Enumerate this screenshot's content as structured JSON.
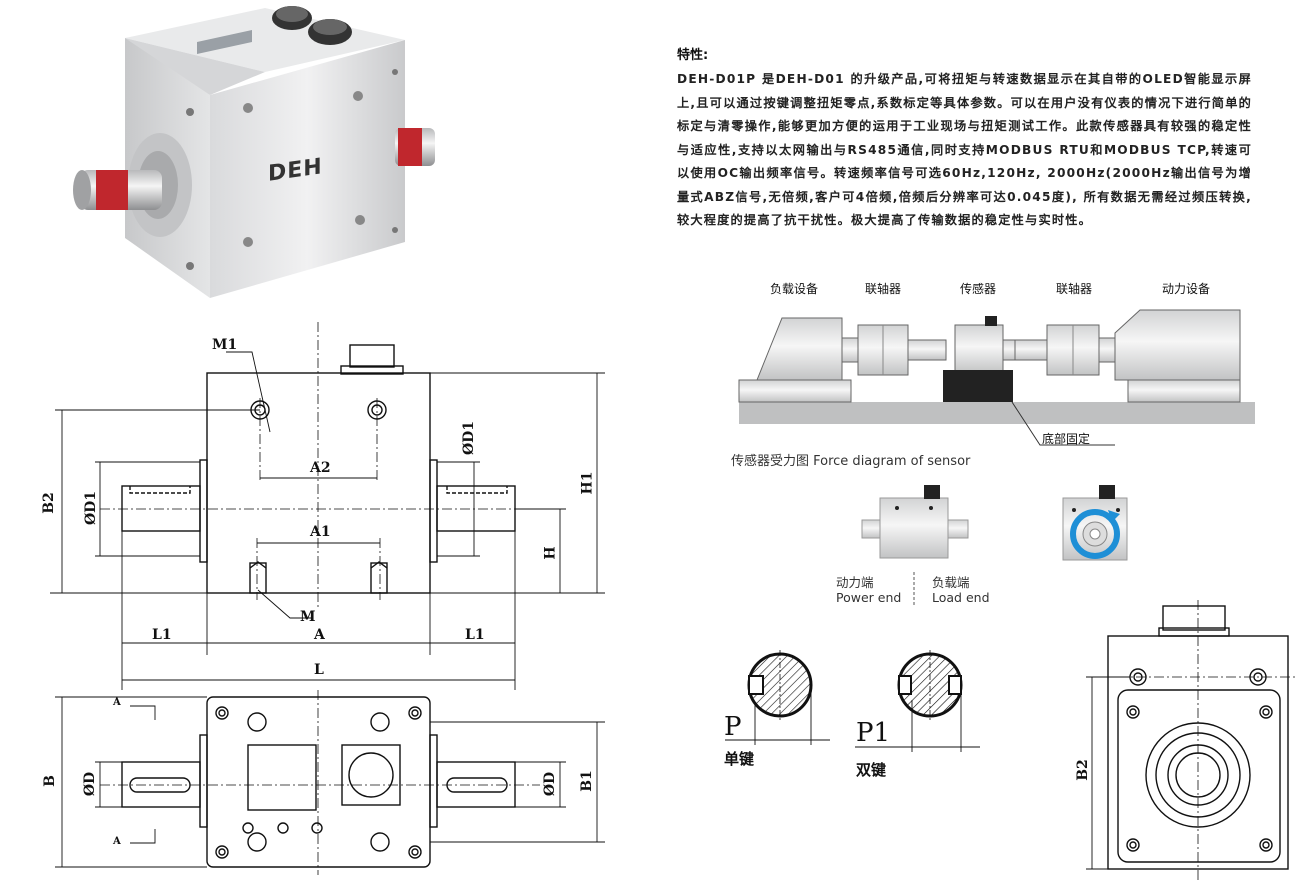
{
  "features": {
    "title": "特性:",
    "text": "DEH-D01P 是DEH-D01 的升级产品,可将扭矩与转速数据显示在其自带的OLED智能显示屏上,且可以通过按键调整扭矩零点,系数标定等具体参数。可以在用户没有仪表的情况下进行简单的标定与清零操作,能够更加方便的运用于工业现场与扭矩测试工作。此款传感器具有较强的稳定性与适应性,支持以太网输出与RS485通信,同时支持MODBUS RTU和MODBUS TCP,转速可以使用OC输出频率信号。转速频率信号可选60Hz,120Hz, 2000Hz(2000Hz输出信号为增量式ABZ信号,无倍频,客户可4倍频,倍频后分辨率可达0.045度), 所有数据无需经过频压转换,较大程度的提高了抗干扰性。极大提高了传输数据的稳定性与实时性。"
  },
  "product": {
    "logo": "DEH"
  },
  "setup": {
    "labels": [
      "负载设备",
      "联轴器",
      "传感器",
      "联轴器",
      "动力设备"
    ],
    "base_label": "底部固定"
  },
  "force": {
    "title": "传感器受力图 Force diagram of sensor",
    "power_cn": "动力端",
    "power_en": "Power end",
    "load_cn": "负载端",
    "load_en": "Load end"
  },
  "keys": {
    "single_sym": "P",
    "single_cn": "单键",
    "double_sym": "P1",
    "double_cn": "双键"
  },
  "dims": {
    "M1": "M1",
    "M": "M",
    "A": "A",
    "A1": "A1",
    "A2": "A2",
    "L": "L",
    "L1": "L1",
    "B": "B",
    "B1": "B1",
    "B2": "B2",
    "H": "H",
    "H1": "H1",
    "D": "ØD",
    "D1": "ØD1",
    "sec": "A"
  }
}
